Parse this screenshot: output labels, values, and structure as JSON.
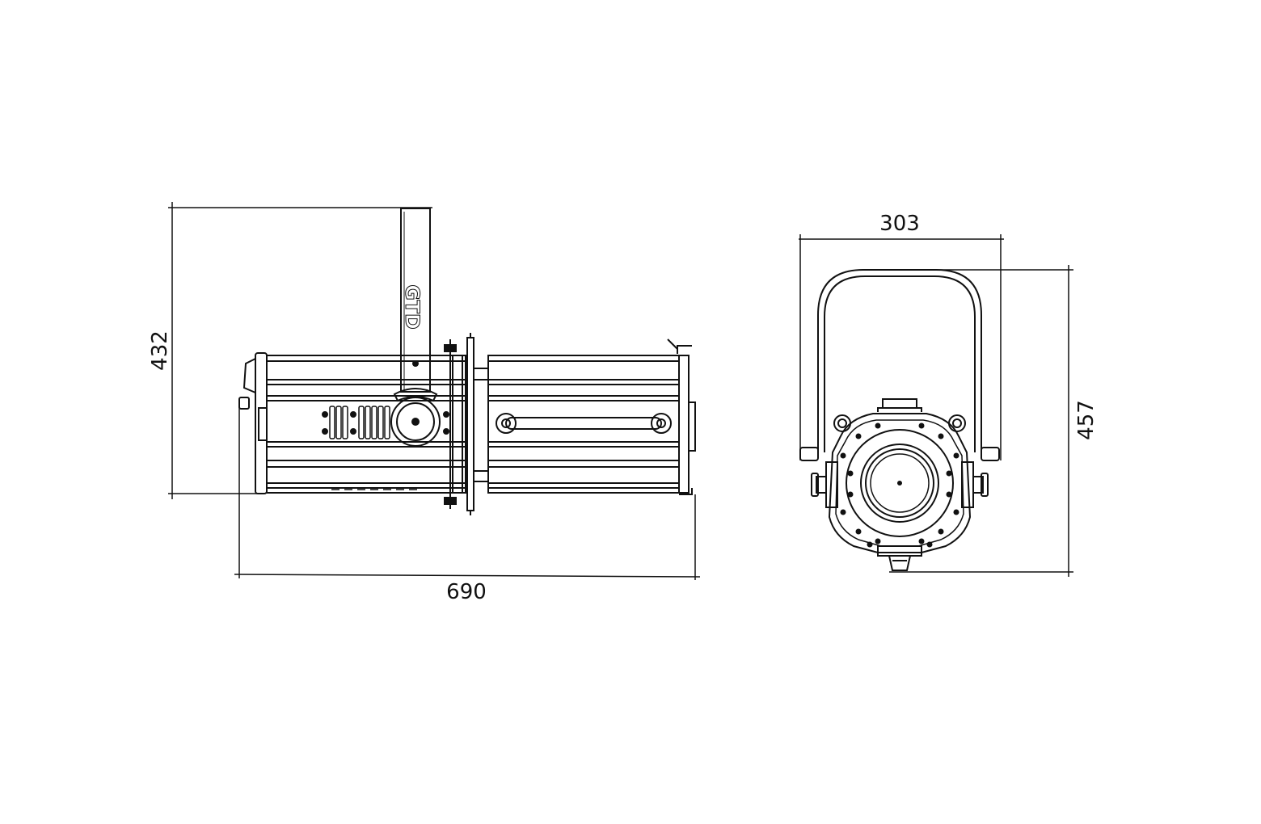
{
  "dimensions": {
    "side_height": "432",
    "side_length": "690",
    "front_width": "303",
    "front_height": "457"
  },
  "brand": "GTD",
  "colors": {
    "line": "#111111",
    "background": "#ffffff"
  }
}
